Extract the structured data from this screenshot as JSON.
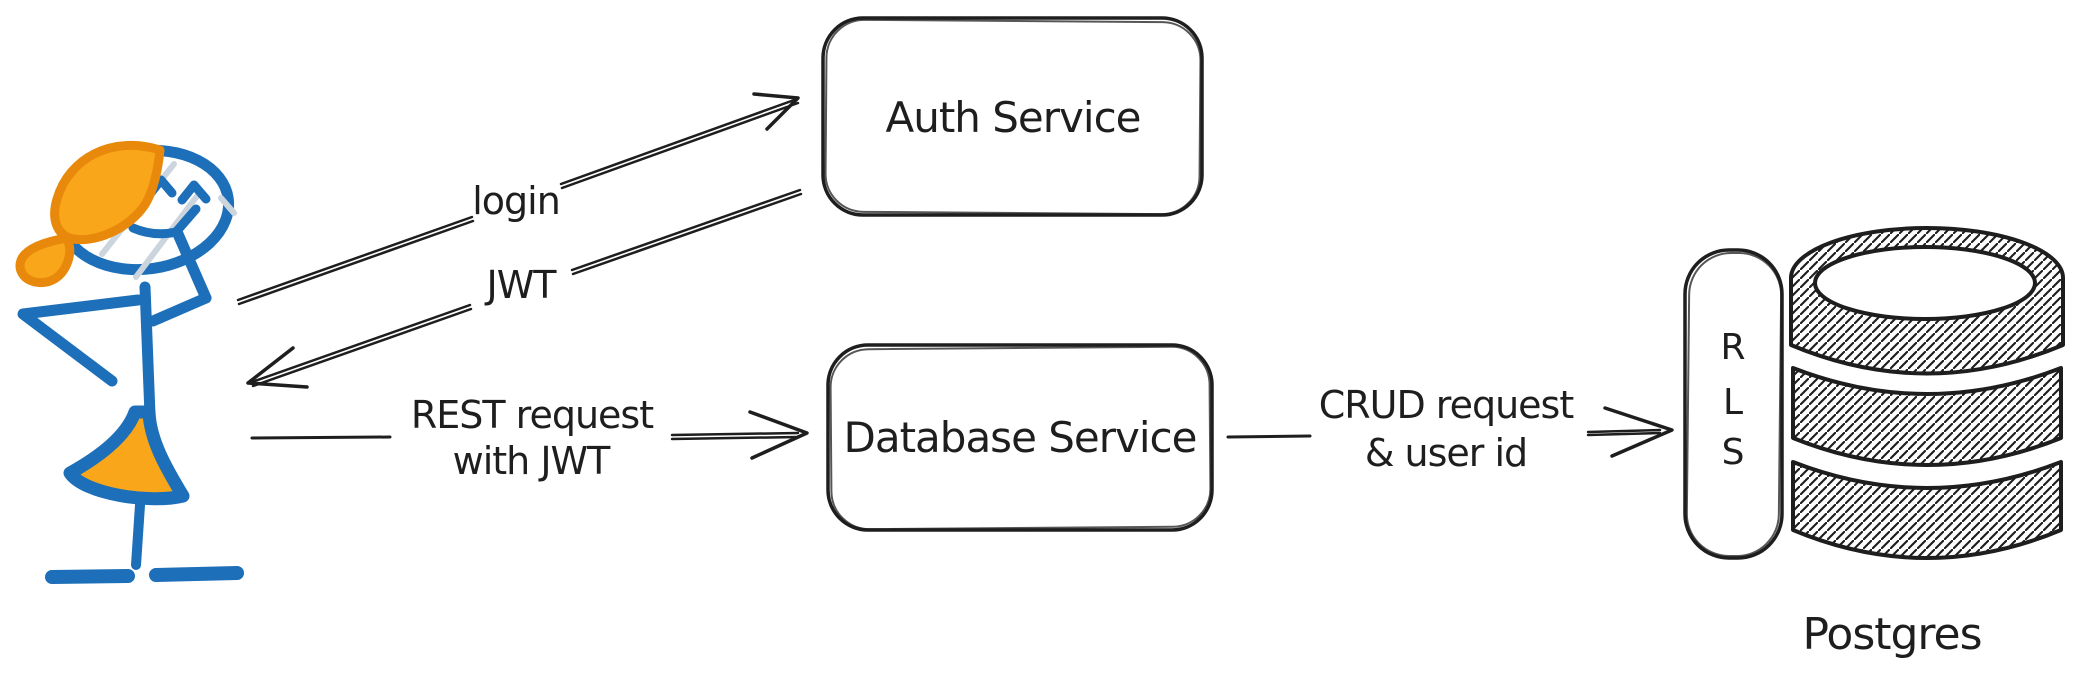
{
  "diagram": {
    "title_hint": "auth flow with row level security",
    "actor": {
      "name": "user"
    },
    "nodes": {
      "auth": {
        "label": "Auth Service"
      },
      "database": {
        "label": "Database Service"
      },
      "rls": {
        "letters": [
          "R",
          "L",
          "S"
        ]
      },
      "postgres": {
        "label": "Postgres"
      }
    },
    "edges": {
      "login": {
        "label": "login",
        "from": "user",
        "to": "auth"
      },
      "jwt": {
        "label": "JWT",
        "from": "auth",
        "to": "user"
      },
      "rest": {
        "line1": "REST request",
        "line2": "with JWT",
        "from": "user",
        "to": "database"
      },
      "crud": {
        "line1": "CRUD request",
        "line2": "& user id",
        "from": "database",
        "to": "rls"
      }
    },
    "colors": {
      "ink": "#1e1e1e",
      "blue": "#1c6fb8",
      "orange_stroke": "#e8890c",
      "orange_fill": "#f9a61a",
      "gray": "#ccd5dd",
      "paper": "#ffffff"
    }
  }
}
